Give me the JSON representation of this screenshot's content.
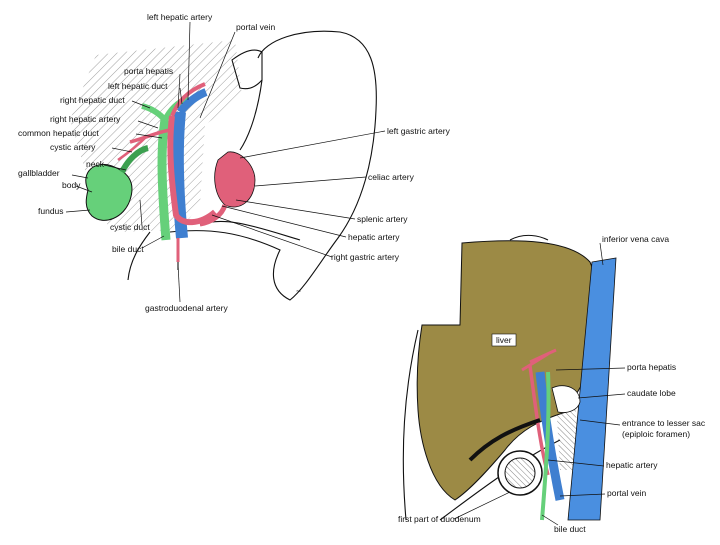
{
  "upper_diagram": {
    "labels": {
      "left_hepatic_artery": "left hepatic artery",
      "portal_vein": "portal vein",
      "porta_hepatis": "porta hepatis",
      "left_hepatic_duct": "left hepatic duct",
      "right_hepatic_duct": "right hepatic duct",
      "right_hepatic_artery": "right hepatic artery",
      "common_hepatic_duct": "common hepatic duct",
      "cystic_artery": "cystic artery",
      "neck": "neck",
      "gallbladder": "gallbladder",
      "body": "body",
      "fundus": "fundus",
      "cystic_duct": "cystic duct",
      "bile_duct": "bile duct",
      "gastroduodenal_artery": "gastroduodenal artery",
      "left_gastric_artery": "left gastric artery",
      "celiac_artery": "celiac artery",
      "splenic_artery": "splenic artery",
      "hepatic_artery": "hepatic artery",
      "right_gastric_artery": "right gastric artery"
    }
  },
  "lower_diagram": {
    "labels": {
      "inferior_vena_cava": "inferior vena cava",
      "liver": "liver",
      "porta_hepatis": "porta hepatis",
      "caudate_lobe": "caudate lobe",
      "entrance_line1": "entrance to lesser sac",
      "entrance_line2": "(epiploic foramen)",
      "hepatic_artery": "hepatic artery",
      "portal_vein": "portal vein",
      "first_part_duodenum": "first part of duodenum",
      "bile_duct": "bile duct"
    }
  },
  "colors": {
    "artery": "#e0607a",
    "vein": "#3f7fd0",
    "duct": "#66d07a",
    "liver": "#9c8a45",
    "ivc": "#4a8fe0"
  }
}
